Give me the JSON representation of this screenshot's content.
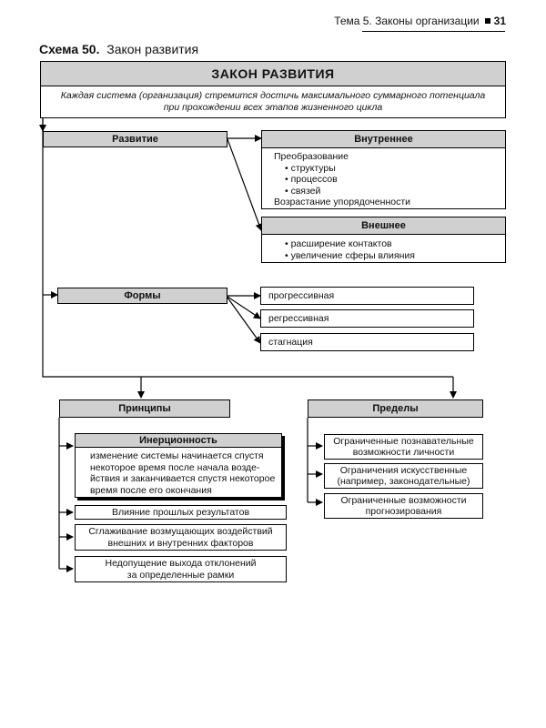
{
  "header": {
    "running_title": "Тема 5. Законы организации",
    "page_number": "31"
  },
  "caption": {
    "label": "Схема 50.",
    "title": "Закон развития"
  },
  "law": {
    "title": "ЗАКОН РАЗВИТИЯ",
    "description_line1": "Каждая система (организация) стремится достичь максимального суммарного потенциала",
    "description_line2": "при прохождении всех этапов жизненного цикла"
  },
  "development": {
    "label": "Развитие",
    "internal": {
      "title": "Внутреннее",
      "intro": "Преобразование",
      "bullets": [
        "структуры",
        "процессов",
        "связей"
      ],
      "outro": "Возрастание упорядоченности"
    },
    "external": {
      "title": "Внешнее",
      "bullets": [
        "расширение контактов",
        "увеличение сферы влияния"
      ]
    }
  },
  "forms": {
    "label": "Формы",
    "items": [
      "прогрессивная",
      "регрессивная",
      "стагнация"
    ]
  },
  "principles": {
    "label": "Принципы",
    "inertia": {
      "title": "Инерционность",
      "lines": [
        "изменение системы начинается спустя",
        "некоторое время после начала возде-",
        "йствия и заканчивается спустя некоторое",
        "время после его окончания"
      ]
    },
    "items": [
      {
        "lines": [
          "Влияние прошлых результатов"
        ]
      },
      {
        "lines": [
          "Сглаживание возмущающих воздействий",
          "внешних и внутренних факторов"
        ]
      },
      {
        "lines": [
          "Недопущение выхода отклонений",
          "за определенные рамки"
        ]
      }
    ]
  },
  "limits": {
    "label": "Пределы",
    "items": [
      {
        "lines": [
          "Ограниченные познавательные",
          "возможности личности"
        ]
      },
      {
        "lines": [
          "Ограничения искусственные",
          "(например, законодательные)"
        ]
      },
      {
        "lines": [
          "Ограниченные возможности",
          "прогнозирования"
        ]
      }
    ]
  }
}
